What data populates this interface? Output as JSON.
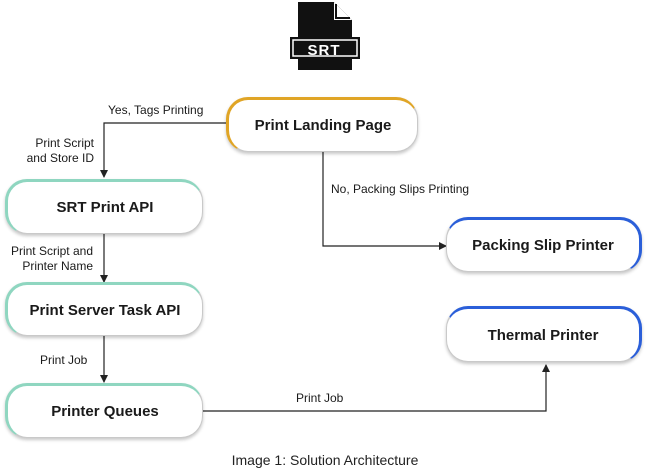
{
  "source": {
    "label": "SRT",
    "icon": "file-icon"
  },
  "nodes": {
    "print_landing": {
      "label": "Print Landing Page",
      "accent": "#e0a526"
    },
    "srt_print_api": {
      "label": "SRT Print API",
      "accent": "#8fd6c0"
    },
    "print_server_task_api": {
      "label": "Print Server Task API",
      "accent": "#8fd6c0"
    },
    "printer_queues": {
      "label": "Printer Queues",
      "accent": "#8fd6c0"
    },
    "packing_slip_printer": {
      "label": "Packing Slip Printer",
      "accent": "#2b5fd9"
    },
    "thermal_printer": {
      "label": "Thermal Printer",
      "accent": "#2b5fd9"
    }
  },
  "edges": {
    "yes_tags": "Yes, Tags Printing",
    "no_packing": "No, Packing Slips Printing",
    "script_store": [
      "Print Script",
      "and Store ID"
    ],
    "script_printer": [
      "Print Script and",
      "Printer Name"
    ],
    "print_job_1": "Print Job",
    "print_job_2": "Print Job"
  },
  "caption": "Image 1: Solution Architecture"
}
